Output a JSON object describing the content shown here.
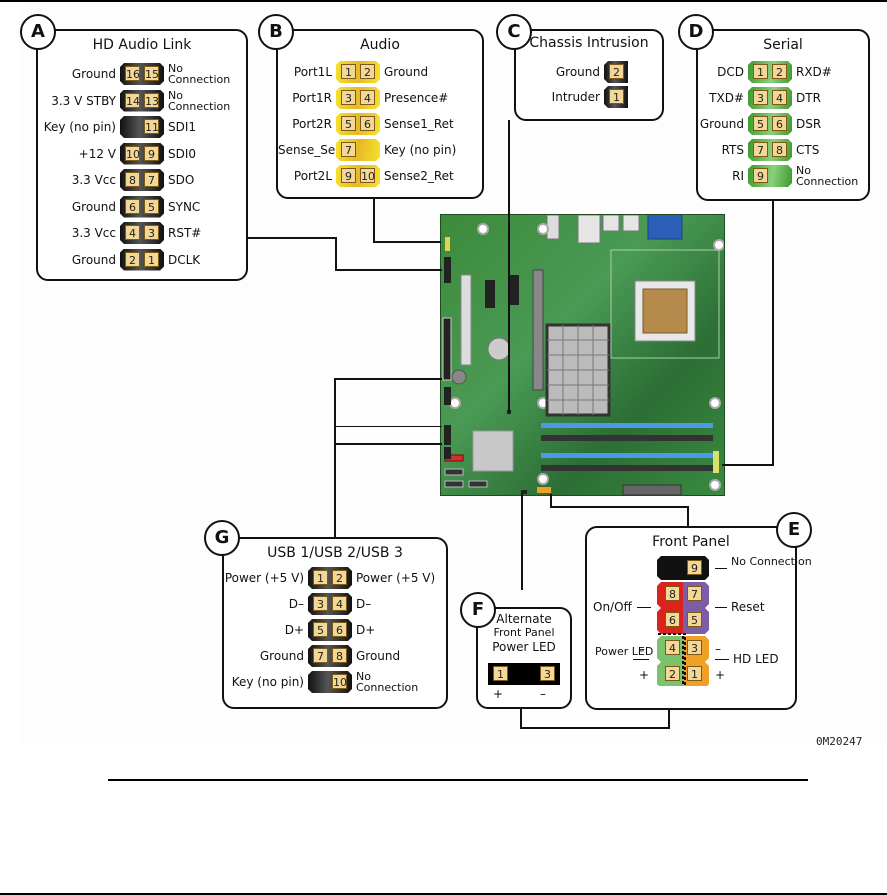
{
  "figure_id": "0M20247",
  "headers": {
    "A": {
      "badge": "A",
      "title": "HD Audio Link",
      "rows": [
        {
          "left_label": "Ground",
          "pins": [
            "16",
            "15"
          ],
          "right_label": "No Connection"
        },
        {
          "left_label": "3.3 V STBY",
          "pins": [
            "14",
            "13"
          ],
          "right_label": "No Connection"
        },
        {
          "left_label": "Key (no pin)",
          "pins": [
            "",
            "11"
          ],
          "right_label": "SDI1"
        },
        {
          "left_label": "+12 V",
          "pins": [
            "10",
            "9"
          ],
          "right_label": "SDI0"
        },
        {
          "left_label": "3.3 Vcc",
          "pins": [
            "8",
            "7"
          ],
          "right_label": "SDO"
        },
        {
          "left_label": "Ground",
          "pins": [
            "6",
            "5"
          ],
          "right_label": "SYNC"
        },
        {
          "left_label": "3.3 Vcc",
          "pins": [
            "4",
            "3"
          ],
          "right_label": "RST#"
        },
        {
          "left_label": "Ground",
          "pins": [
            "2",
            "1"
          ],
          "right_label": "DCLK"
        }
      ]
    },
    "B": {
      "badge": "B",
      "title": "Audio",
      "rows": [
        {
          "left_label": "Port1L",
          "pins": [
            "1",
            "2"
          ],
          "right_label": "Ground"
        },
        {
          "left_label": "Port1R",
          "pins": [
            "3",
            "4"
          ],
          "right_label": "Presence#"
        },
        {
          "left_label": "Port2R",
          "pins": [
            "5",
            "6"
          ],
          "right_label": "Sense1_Ret"
        },
        {
          "left_label": "Sense_Send",
          "pins": [
            "7",
            ""
          ],
          "right_label": "Key (no pin)"
        },
        {
          "left_label": "Port2L",
          "pins": [
            "9",
            "10"
          ],
          "right_label": "Sense2_Ret"
        }
      ]
    },
    "C": {
      "badge": "C",
      "title": "Chassis Intrusion",
      "rows": [
        {
          "left_label": "Ground",
          "pins": [
            "2"
          ]
        },
        {
          "left_label": "Intruder",
          "pins": [
            "1"
          ]
        }
      ]
    },
    "D": {
      "badge": "D",
      "title": "Serial",
      "rows": [
        {
          "left_label": "DCD",
          "pins": [
            "1",
            "2"
          ],
          "right_label": "RXD#"
        },
        {
          "left_label": "TXD#",
          "pins": [
            "3",
            "4"
          ],
          "right_label": "DTR"
        },
        {
          "left_label": "Ground",
          "pins": [
            "5",
            "6"
          ],
          "right_label": "DSR"
        },
        {
          "left_label": "RTS",
          "pins": [
            "7",
            "8"
          ],
          "right_label": "CTS"
        },
        {
          "left_label": "RI",
          "pins": [
            "9",
            ""
          ],
          "right_label": "No Connection"
        }
      ]
    },
    "E": {
      "badge": "E",
      "title": "Front Panel",
      "pins": [
        "9",
        "8",
        "7",
        "6",
        "5",
        "4",
        "3",
        "2",
        "1"
      ],
      "labels": {
        "no_connection": "No Connection",
        "on_off": "On/Off",
        "reset": "Reset",
        "power_led": "Power LED",
        "hd_led": "HD LED",
        "minus": "–",
        "plus": "+"
      },
      "colors": {
        "on_off": "#d9231c",
        "reset": "#7d5ca8",
        "power_led": "#3a9a2b",
        "hd_led": "#f0a125",
        "no_connection": "#111111"
      }
    },
    "F": {
      "badge": "F",
      "title_lines": [
        "Alternate",
        "Front Panel",
        "Power LED"
      ],
      "pins": [
        "1",
        "3"
      ],
      "polarity": [
        "+",
        "–"
      ]
    },
    "G": {
      "badge": "G",
      "title": "USB 1/USB 2/USB 3",
      "rows": [
        {
          "left_label": "Power (+5 V)",
          "pins": [
            "1",
            "2"
          ],
          "right_label": "Power (+5 V)"
        },
        {
          "left_label": "D–",
          "pins": [
            "3",
            "4"
          ],
          "right_label": "D–"
        },
        {
          "left_label": "D+",
          "pins": [
            "5",
            "6"
          ],
          "right_label": "D+"
        },
        {
          "left_label": "Ground",
          "pins": [
            "7",
            "8"
          ],
          "right_label": "Ground"
        },
        {
          "left_label": "Key (no pin)",
          "pins": [
            "",
            "10"
          ],
          "right_label": "No Connection"
        }
      ]
    }
  }
}
